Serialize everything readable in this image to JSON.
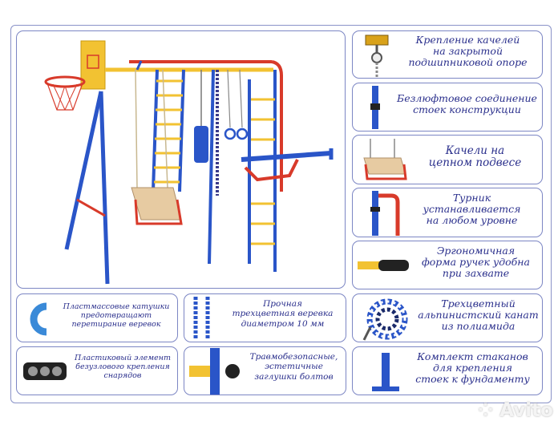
{
  "features": {
    "swing_mount": {
      "lines": [
        "Крепление качелей",
        "на закрытой",
        "подшипниковой опоре"
      ]
    },
    "boltless": {
      "lines": [
        "Безлюфтовое соединение",
        "стоек конструкции"
      ]
    },
    "chain_swing": {
      "lines": [
        "Качели на",
        "цепном подвесе"
      ]
    },
    "pullup_bar": {
      "lines": [
        "Турник",
        "устанавливается",
        "на любом уровне"
      ]
    },
    "handles": {
      "lines": [
        "Эргономичная",
        "форма ручек удобна",
        "при захвате"
      ]
    },
    "rope": {
      "lines": [
        "Трехцветный",
        "альпинистский канат",
        "из полиамида"
      ]
    },
    "anchors": {
      "lines": [
        "Комплект стаканов",
        "для крепления",
        "стоек к фундаменту"
      ]
    }
  },
  "bottom": {
    "reels": {
      "lines": [
        "Пластмассовые катушки",
        "предотвращают",
        "перетирание веревок"
      ]
    },
    "cord": {
      "lines": [
        "Прочная",
        "трехцветная веревка",
        "диаметром 10 мм"
      ]
    },
    "holder": {
      "lines": [
        "Пластиковый элемент",
        "безузлового крепления",
        "снарядов"
      ]
    },
    "caps": {
      "lines": [
        "Травмобезопасные,",
        "эстетичные",
        "заглушки болтов"
      ]
    }
  },
  "watermark": "Avito",
  "colors": {
    "frame": "#7c86c4",
    "text": "#2a2f8c",
    "blue": "#2a55c8",
    "yellow": "#f2c232",
    "red": "#d83a2a"
  }
}
